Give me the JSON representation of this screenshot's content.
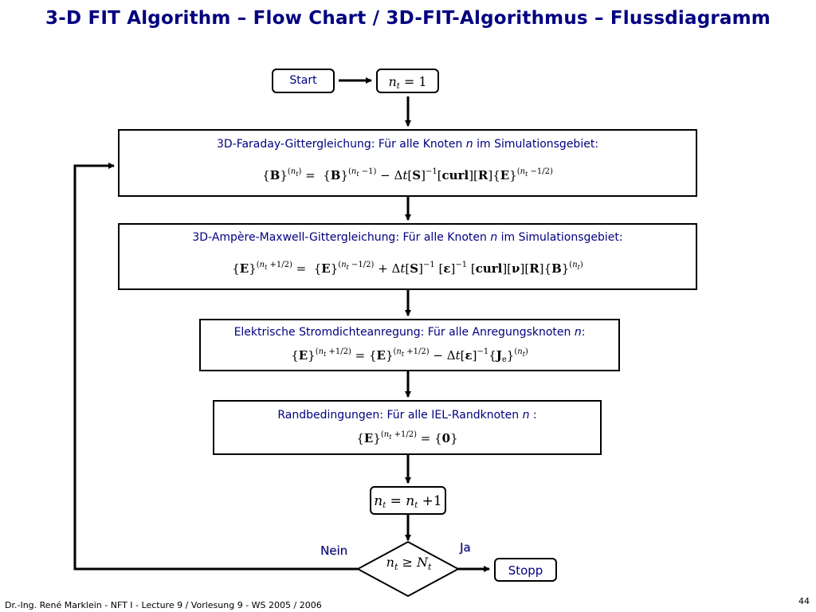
{
  "title": "3-D FIT Algorithm – Flow Chart / 3D-FIT-Algorithmus – Flussdiagramm",
  "start_label": "Start",
  "stop_label": "Stopp",
  "init_equation": "n_t = 1",
  "steps": [
    {
      "title": "3D-Faraday-Gittergleichung: Für alle Knoten n im Simulationsgebiet:",
      "equation": "{B}^(n_t) = {B}^(n_t −1) − Δt [S]^−1 [curl][R]{E}^(n_t −1/2)"
    },
    {
      "title": "3D-Ampère-Maxwell-Gittergleichung: Für alle Knoten n im Simulationsgebiet:",
      "equation": "{E}^(n_t +1/2) = {E}^(n_t −1/2) + Δt [S]^−1 [ε]^−1 [curl][ν][R]{B}^(n_t)"
    },
    {
      "title": "Elektrische Stromdichteanregung: Für alle Anregungsknoten n:",
      "equation": "{E}^(n_t +1/2) = {E}^(n_t +1/2) − Δt [ε]^−1 {J_e}^(n_t)"
    },
    {
      "title": "Randbedingungen: Für alle IEL-Randknoten n :",
      "equation": "{E}^(n_t +1/2) = {0}"
    }
  ],
  "increment_equation": "n_t = n_t + 1",
  "decision_condition": "n_t ≥ N_t",
  "no_label": "Nein",
  "yes_label": "Ja",
  "footer": "Dr.-Ing. René Marklein - NFT I - Lecture 9 / Vorlesung 9 - WS 2005 / 2006",
  "page_number": "44"
}
